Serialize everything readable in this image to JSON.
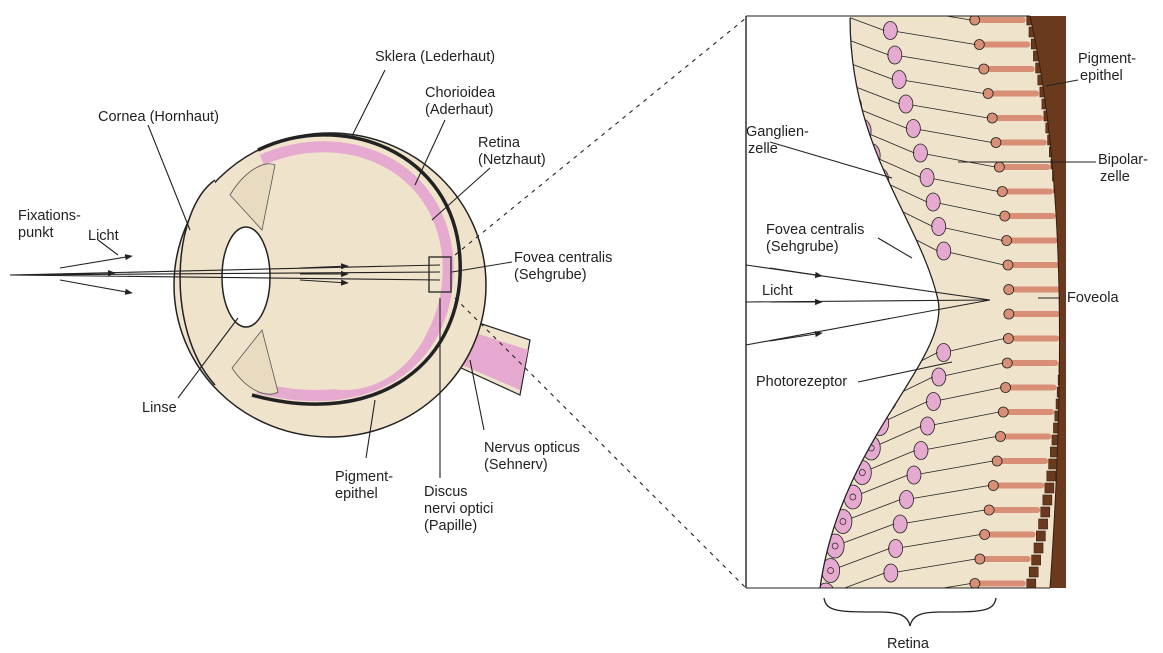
{
  "labels": {
    "sklera": "Sklera (Lederhaut)",
    "chorioidea_1": "Chorioidea",
    "chorioidea_2": "(Aderhaut)",
    "cornea": "Cornea (Hornhaut)",
    "retina_1": "Retina",
    "retina_2": "(Netzhaut)",
    "fixation_1": "Fixations-",
    "fixation_2": "punkt",
    "licht_left": "Licht",
    "fovea_1": "Fovea centralis",
    "fovea_2": "(Sehgrube)",
    "linse": "Linse",
    "nervus_1": "Nervus opticus",
    "nervus_2": "(Sehnerv)",
    "pigment_left_1": "Pigment-",
    "pigment_left_2": "epithel",
    "discus_1": "Discus",
    "discus_2": "nervi optici",
    "discus_3": "(Papille)",
    "ganglion_1": "Ganglien-",
    "ganglion_2": "zelle",
    "fovea_inset_1": "Fovea centralis",
    "fovea_inset_2": "(Sehgrube)",
    "licht_inset": "Licht",
    "photoreceptor": "Photorezeptor",
    "pigment_right_1": "Pigment-",
    "pigment_right_2": "epithel",
    "bipolar_1": "Bipolar-",
    "bipolar_2": "zelle",
    "foveola": "Foveola",
    "retina_bottom": "Retina"
  },
  "colors": {
    "tissue": "#efe3cc",
    "pink": "#e6a9cf",
    "receptor": "#d98f76",
    "pigment_dark": "#6a3a1f",
    "outline": "#222222"
  }
}
